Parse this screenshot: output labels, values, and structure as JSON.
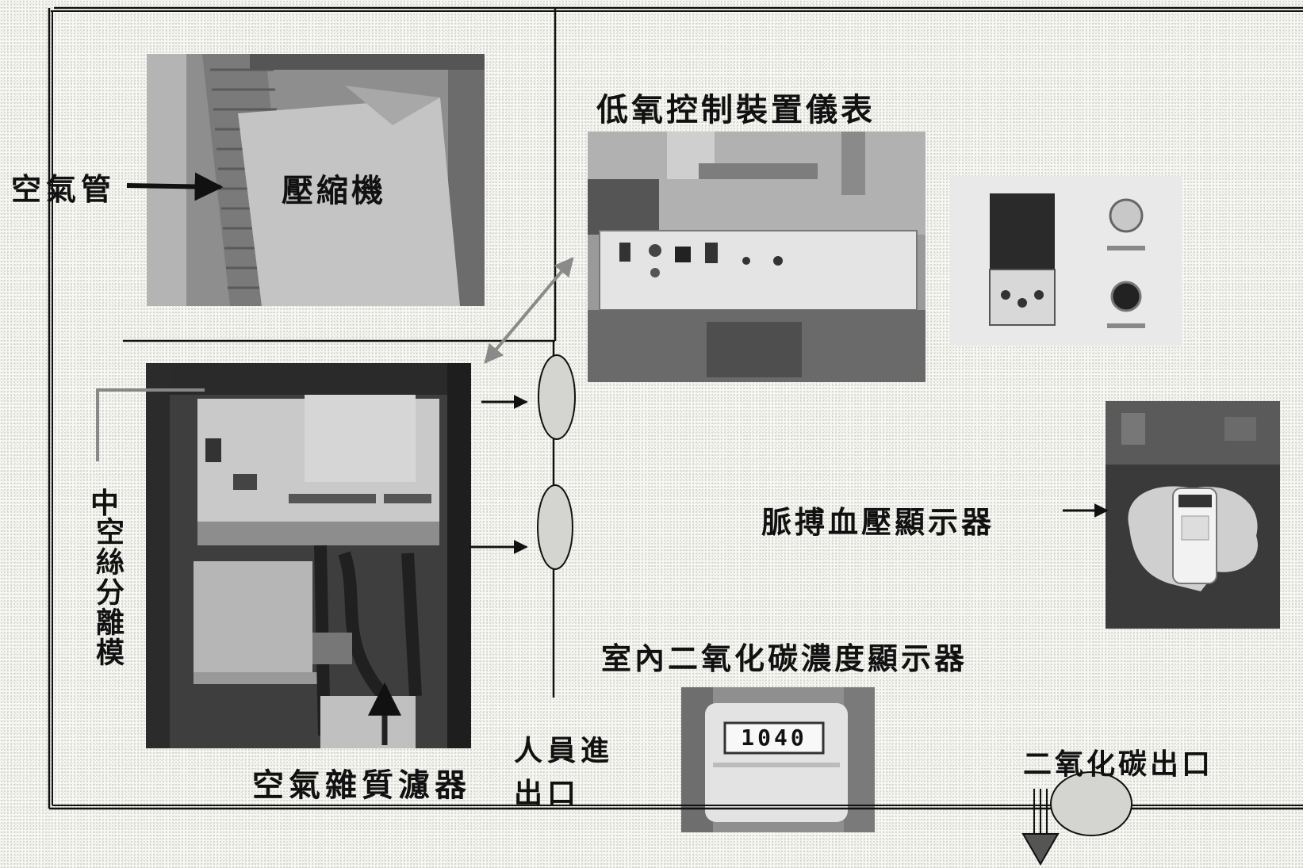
{
  "labels": {
    "air_pipe": "空氣管",
    "compressor": "壓縮機",
    "hypoxia_meter": "低氧控制裝置儀表",
    "hollow_fiber_line1": "中",
    "hollow_fiber_line2": "空絲分離模",
    "pulse_bp_display": "脈搏血壓顯示器",
    "co2_display": "室內二氧化碳濃度顯示器",
    "air_filter": "空氣雜質濾器",
    "entrance_line1": "人員進",
    "entrance_line2": "出口",
    "co2_outlet": "二氧化碳出口"
  },
  "co2_meter_reading": "1040",
  "colors": {
    "line": "#111111",
    "ellipse_fill": "#d4d4d0",
    "photo_dark": "#3a3a3a"
  }
}
